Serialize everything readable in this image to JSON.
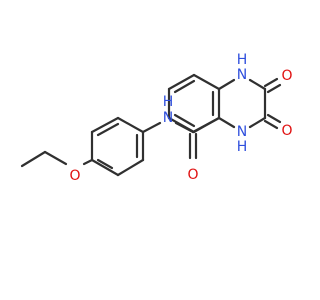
{
  "structure": {
    "atoms": [
      {
        "id": "n_amide",
        "text": "N",
        "color": "#2f4fdd"
      },
      {
        "id": "h_amide",
        "text": "H",
        "color": "#2f4fdd"
      },
      {
        "id": "o_amide",
        "text": "O",
        "color": "#e01010"
      },
      {
        "id": "o_ether",
        "text": "O",
        "color": "#e01010"
      },
      {
        "id": "n1",
        "text": "N",
        "color": "#2f4fdd"
      },
      {
        "id": "h1",
        "text": "H",
        "color": "#2f4fdd"
      },
      {
        "id": "n4",
        "text": "N",
        "color": "#2f4fdd"
      },
      {
        "id": "h4",
        "text": "H",
        "color": "#2f4fdd"
      },
      {
        "id": "o2",
        "text": "O",
        "color": "#e01010"
      },
      {
        "id": "o3",
        "text": "O",
        "color": "#e01010"
      }
    ],
    "bond_color": "#303030"
  }
}
